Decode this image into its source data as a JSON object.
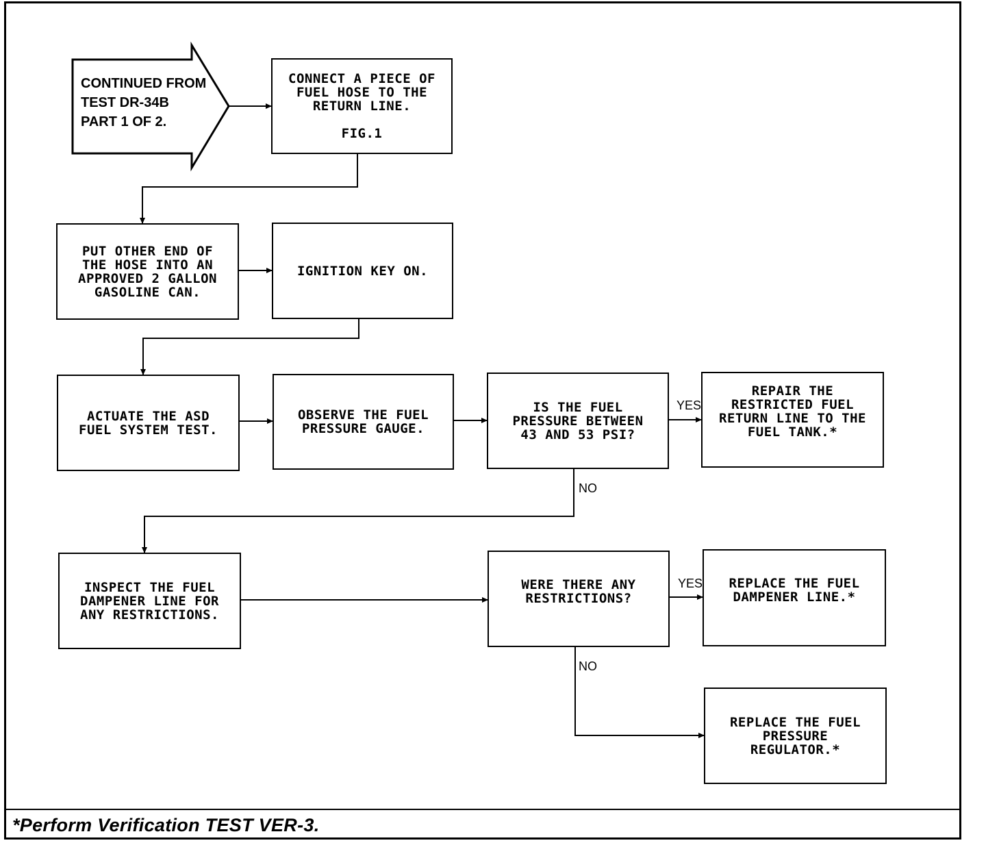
{
  "start": {
    "lines": [
      "CONTINUED FROM",
      "TEST DR-34B",
      "PART 1 OF 2."
    ]
  },
  "steps": {
    "connect_hose": {
      "lines": [
        "CONNECT A PIECE OF",
        "FUEL HOSE TO THE",
        "RETURN LINE."
      ],
      "fig": "FIG.1"
    },
    "put_other_end": {
      "lines": [
        "PUT OTHER END OF",
        "THE HOSE INTO AN",
        "APPROVED 2 GALLON",
        "GASOLINE CAN."
      ]
    },
    "ignition_on": {
      "lines": [
        "IGNITION KEY ON."
      ]
    },
    "actuate_asd": {
      "lines": [
        "ACTUATE THE ASD",
        "FUEL SYSTEM TEST."
      ]
    },
    "observe_gauge": {
      "lines": [
        "OBSERVE THE FUEL",
        "PRESSURE GAUGE."
      ]
    },
    "inspect_dampener": {
      "lines": [
        "INSPECT THE FUEL",
        "DAMPENER LINE FOR",
        "ANY RESTRICTIONS."
      ]
    }
  },
  "decisions": {
    "pressure_range": {
      "lines": [
        "IS THE FUEL",
        "PRESSURE BETWEEN",
        "43 AND 53 PSI?"
      ]
    },
    "any_restrictions": {
      "lines": [
        "WERE THERE ANY",
        "RESTRICTIONS?"
      ]
    }
  },
  "outcomes": {
    "repair_return_line": {
      "lines": [
        "REPAIR THE",
        "RESTRICTED FUEL",
        "RETURN LINE TO THE",
        "FUEL TANK.*"
      ]
    },
    "replace_dampener": {
      "lines": [
        "REPLACE THE FUEL",
        "DAMPENER LINE.*"
      ]
    },
    "replace_regulator": {
      "lines": [
        "REPLACE THE FUEL",
        "PRESSURE",
        "REGULATOR.*"
      ]
    }
  },
  "branch_labels": {
    "yes_1": "YES",
    "no_1": "NO",
    "yes_2": "YES",
    "no_2": "NO"
  },
  "footer": {
    "note": "*Perform Verification TEST VER-3."
  }
}
